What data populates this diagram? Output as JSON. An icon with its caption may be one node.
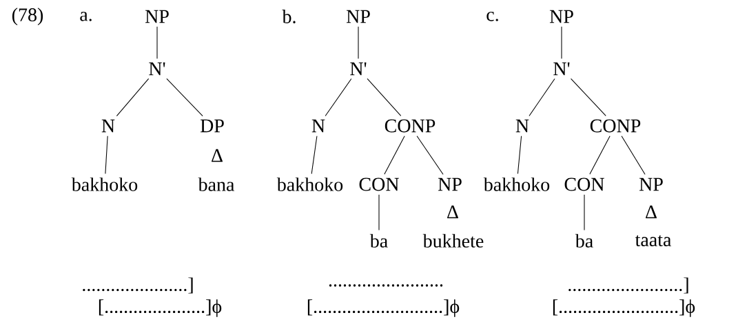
{
  "diagram": {
    "nodes": [
      {
        "text": [
          "NP"
        ]
      },
      {
        "text": [
          "N'"
        ]
      },
      {
        "text": [
          "N"
        ]
      },
      {
        "text": [
          "DP"
        ]
      },
      {
        "text": [
          "bakhoko"
        ]
      },
      {
        "text": [
          "bana"
        ]
      },
      {
        "text": [
          "NP"
        ]
      },
      {
        "text": [
          "N'"
        ]
      },
      {
        "text": [
          "N"
        ]
      },
      {
        "text": [
          "CONP"
        ]
      },
      {
        "text": [
          "bakhoko"
        ]
      },
      {
        "text": [
          "CON"
        ]
      },
      {
        "text": [
          "NP"
        ]
      },
      {
        "text": [
          "ba"
        ]
      },
      {
        "text": [
          "bukhete"
        ]
      },
      {
        "text": [
          "NP"
        ]
      },
      {
        "text": [
          "N'"
        ]
      },
      {
        "text": [
          "N"
        ]
      },
      {
        "text": [
          "CONP"
        ]
      },
      {
        "text": [
          "bakhoko"
        ]
      },
      {
        "text": [
          "CON"
        ]
      },
      {
        "text": [
          "NP"
        ]
      },
      {
        "text": [
          "ba"
        ]
      },
      {
        "text": [
          "taata"
        ]
      }
    ],
    "edges": [
      {
        "from": 0,
        "to": 1,
        "arrow": "none"
      },
      {
        "from": 1,
        "to": 2,
        "arrow": "none"
      },
      {
        "from": 1,
        "to": 3,
        "arrow": "none"
      },
      {
        "from": 2,
        "to": 4,
        "arrow": "none"
      },
      {
        "from": 6,
        "to": 7,
        "arrow": "none"
      },
      {
        "from": 7,
        "to": 8,
        "arrow": "none"
      },
      {
        "from": 7,
        "to": 9,
        "arrow": "none"
      },
      {
        "from": 8,
        "to": 10,
        "arrow": "none"
      },
      {
        "from": 9,
        "to": 11,
        "arrow": "none"
      },
      {
        "from": 9,
        "to": 12,
        "arrow": "none"
      },
      {
        "from": 11,
        "to": 13,
        "arrow": "none"
      },
      {
        "from": 15,
        "to": 16,
        "arrow": "none"
      },
      {
        "from": 16,
        "to": 17,
        "arrow": "none"
      },
      {
        "from": 16,
        "to": 18,
        "arrow": "none"
      },
      {
        "from": 17,
        "to": 19,
        "arrow": "none"
      },
      {
        "from": 18,
        "to": 20,
        "arrow": "none"
      },
      {
        "from": 18,
        "to": 21,
        "arrow": "none"
      },
      {
        "from": 20,
        "to": 22,
        "arrow": "none"
      }
    ],
    "labels": [
      "(78)",
      "a.",
      "b.",
      "c.",
      "Δ",
      "Δ",
      "Δ",
      "......................]",
      "........................",
      "........................]",
      "[.....................]ϕ",
      "[...........................]ϕ",
      "[.........................]ϕ"
    ]
  }
}
